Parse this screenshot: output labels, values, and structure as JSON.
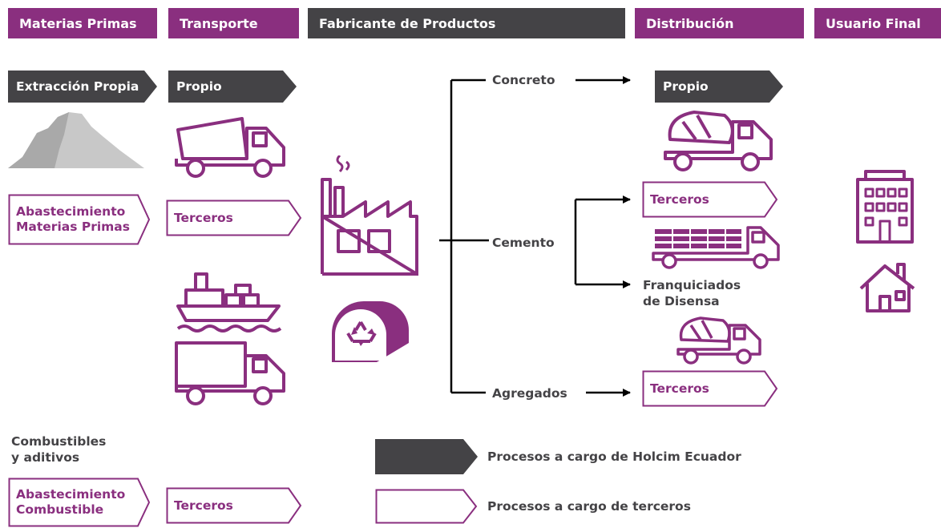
{
  "headers": {
    "materias_primas": "Materias Primas",
    "transporte": "Transporte",
    "fabricante": "Fabricante de Productos",
    "distribucion": "Distribución",
    "usuario_final": "Usuario Final"
  },
  "materias": {
    "extraccion_propia": "Extracción Propia",
    "abastecimiento_mp_line1": "Abastecimiento",
    "abastecimiento_mp_line2": "Materias Primas",
    "combustibles_line1": "Combustibles",
    "combustibles_line2": "y aditivos",
    "abastecimiento_comb_line1": "Abastecimiento",
    "abastecimiento_comb_line2": "Combustible"
  },
  "transporte": {
    "propio": "Propio",
    "terceros_1": "Terceros",
    "terceros_2": "Terceros"
  },
  "productos": {
    "concreto": "Concreto",
    "cemento": "Cemento",
    "agregados": "Agregados"
  },
  "distribucion": {
    "propio": "Propio",
    "terceros_cemento": "Terceros",
    "franquiciados_line1": "Franquiciados",
    "franquiciados_line2": "de Disensa",
    "terceros_agregados": "Terceros"
  },
  "legend": {
    "holcim": "Procesos a cargo de Holcim Ecuador",
    "terceros": "Procesos a cargo de terceros"
  },
  "colors": {
    "purple": "#8a2f7f",
    "dark": "#444346",
    "mountain": "#c8c8c8"
  },
  "icons": [
    "mountain-icon",
    "dump-truck-icon",
    "cargo-ship-icon",
    "box-truck-icon",
    "factory-icon",
    "recycling-dome-icon",
    "mixer-truck-icon",
    "flatbed-truck-icon",
    "apartment-building-icon",
    "house-icon",
    "arrow-right-icon"
  ]
}
